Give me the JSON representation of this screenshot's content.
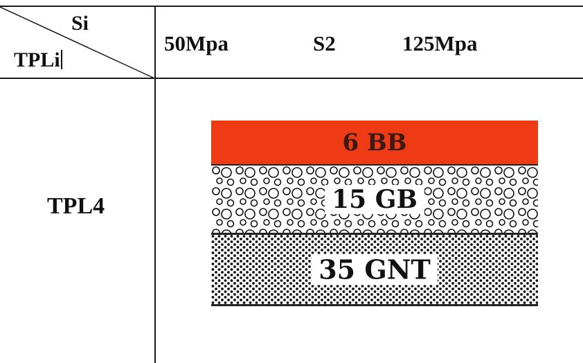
{
  "header": {
    "corner_top": "Si",
    "corner_bottom": "TPLi",
    "col_1": "50Mpa",
    "col_2": "S2",
    "col_3": "125Mpa"
  },
  "row": {
    "label": "TPL4"
  },
  "layers": [
    {
      "label": "6 BB",
      "fill_color": "#ee3b16",
      "text_color": "#3a1a12",
      "pattern": "solid"
    },
    {
      "label": "15 GB",
      "fill_color": "#ffffff",
      "text_color": "#111111",
      "pattern": "circles"
    },
    {
      "label": "35 GNT",
      "fill_color": "#ffffff",
      "text_color": "#111111",
      "pattern": "dots"
    }
  ]
}
